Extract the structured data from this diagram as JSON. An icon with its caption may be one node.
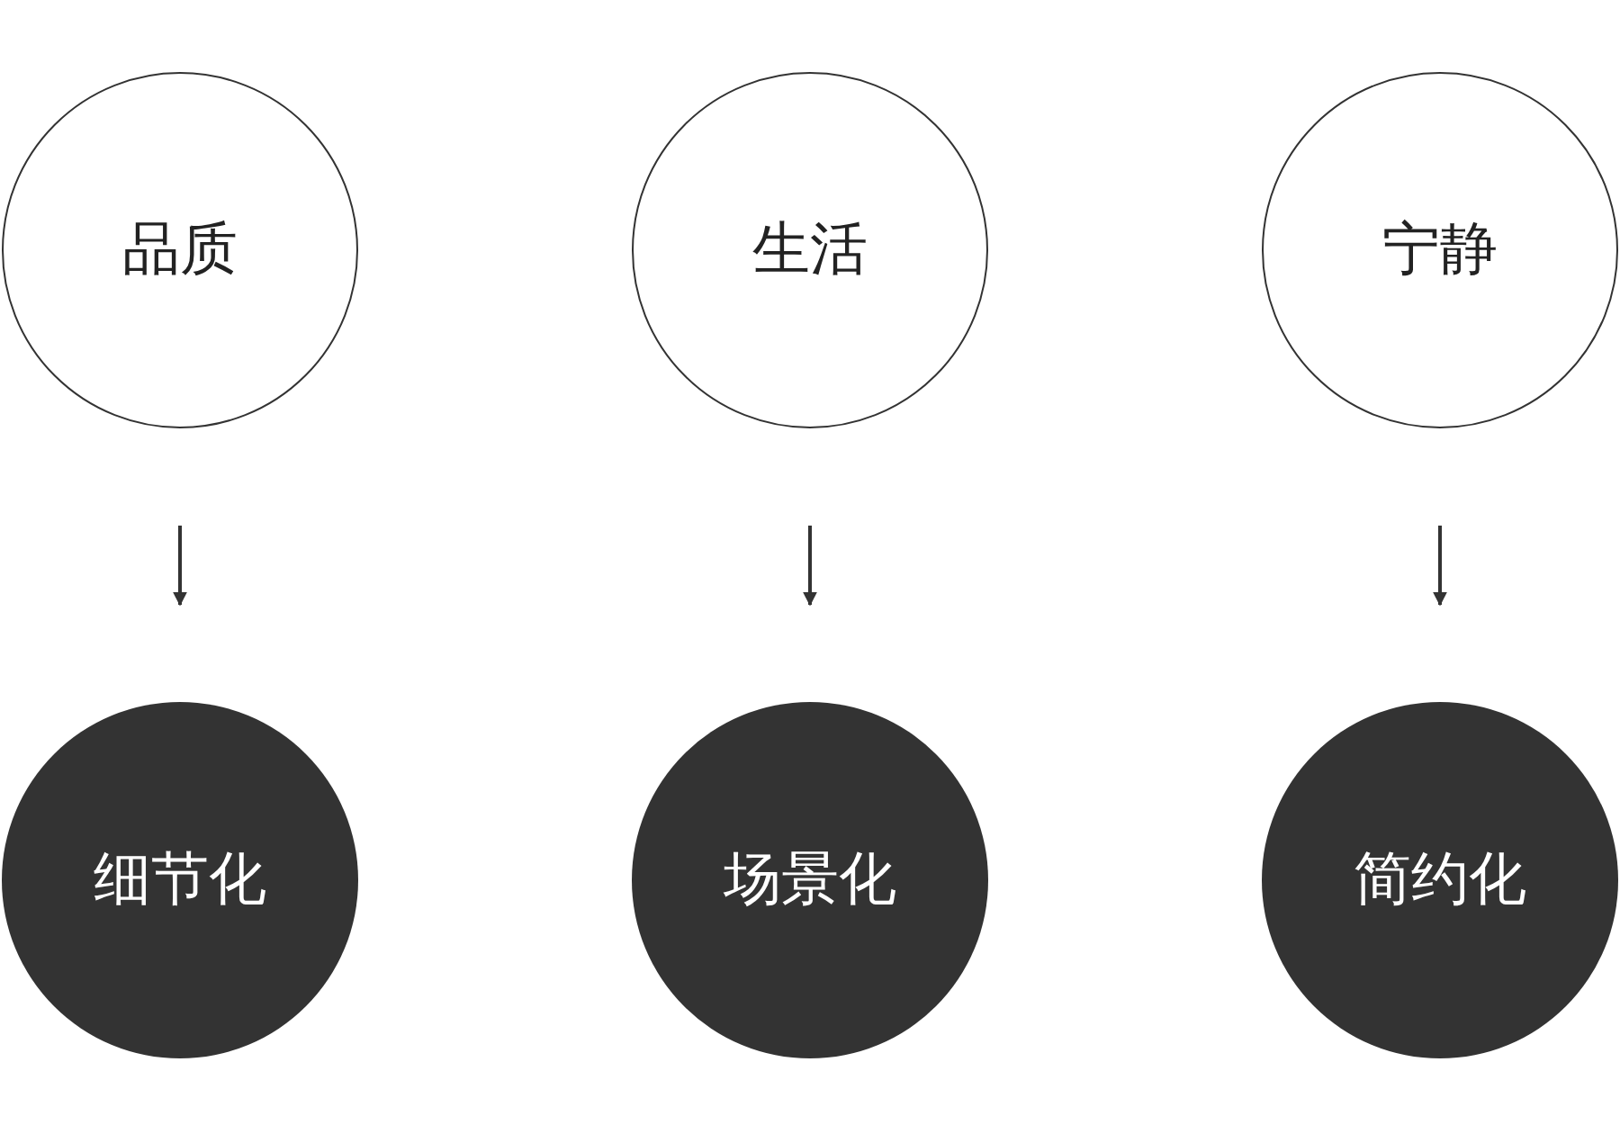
{
  "diagram": {
    "nodes": [
      {
        "text": [
          "品质"
        ]
      },
      {
        "text": [
          "生活"
        ]
      },
      {
        "text": [
          "宁静"
        ]
      },
      {
        "text": [
          "细节化"
        ]
      },
      {
        "text": [
          "场景化"
        ]
      },
      {
        "text": [
          "简约化"
        ]
      }
    ],
    "edges": [
      {
        "from": 0,
        "to": 3,
        "arrow": "to"
      },
      {
        "from": 1,
        "to": 4,
        "arrow": "to"
      },
      {
        "from": 2,
        "to": 5,
        "arrow": "to"
      }
    ]
  }
}
